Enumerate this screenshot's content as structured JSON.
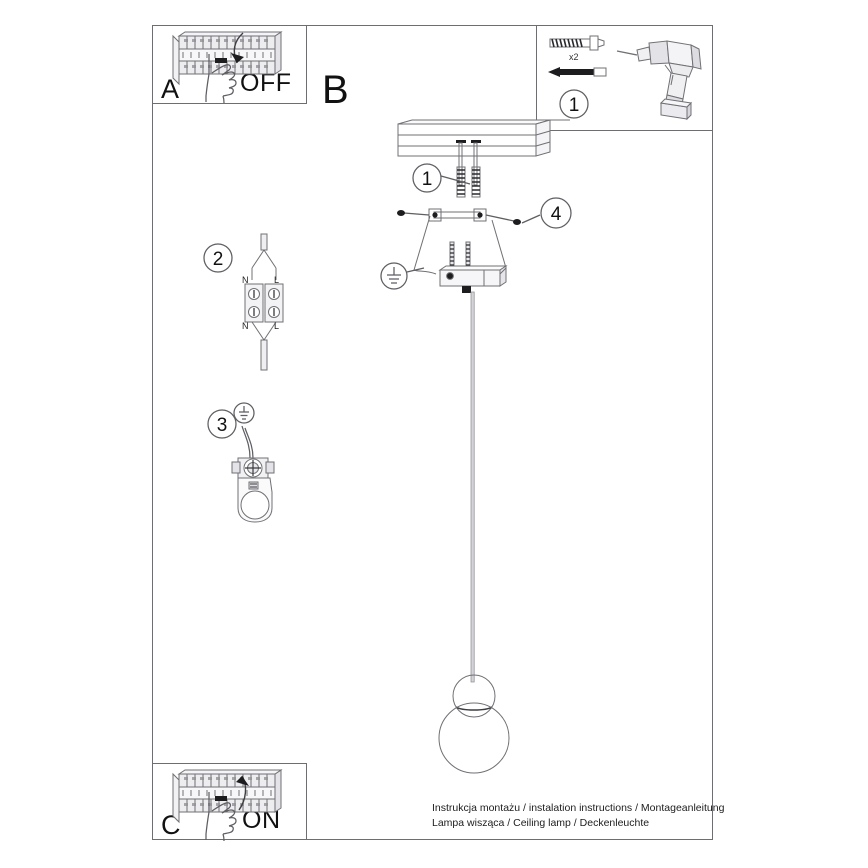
{
  "document": {
    "type": "assembly-instruction-sheet",
    "footer_line1": "Instrukcja montażu / instalation instructions / Montageanleitung",
    "footer_line2": "Lampa wisząca / Ceiling lamp / Deckenleuchte"
  },
  "panels": {
    "a": {
      "letter": "A",
      "action_label": "OFF",
      "icon": "circuit-breaker-panel",
      "description": "Switch the circuit breaker off"
    },
    "b": {
      "letter": "B",
      "description": "Main installation diagram"
    },
    "c": {
      "letter": "C",
      "action_label": "ON",
      "icon": "circuit-breaker-panel",
      "description": "Switch the circuit breaker on"
    }
  },
  "parts_box": {
    "step": "1",
    "quantity_label": "x2",
    "items": [
      "wall-plug",
      "screw",
      "power-drill"
    ]
  },
  "callouts": {
    "ceiling_anchor": "1",
    "terminal_block": "2",
    "earth_connection": "3",
    "bracket_screws": "4"
  },
  "terminal_block": {
    "top_left": "N",
    "top_right": "L",
    "bottom_left": "N",
    "bottom_right": "L"
  },
  "symbols": {
    "earth": "protective-earth-symbol"
  },
  "colors": {
    "line": "#5e5e63",
    "text": "#1a1a1a",
    "border": "#6e6e72",
    "accent_dark": "#1d1d1f"
  }
}
